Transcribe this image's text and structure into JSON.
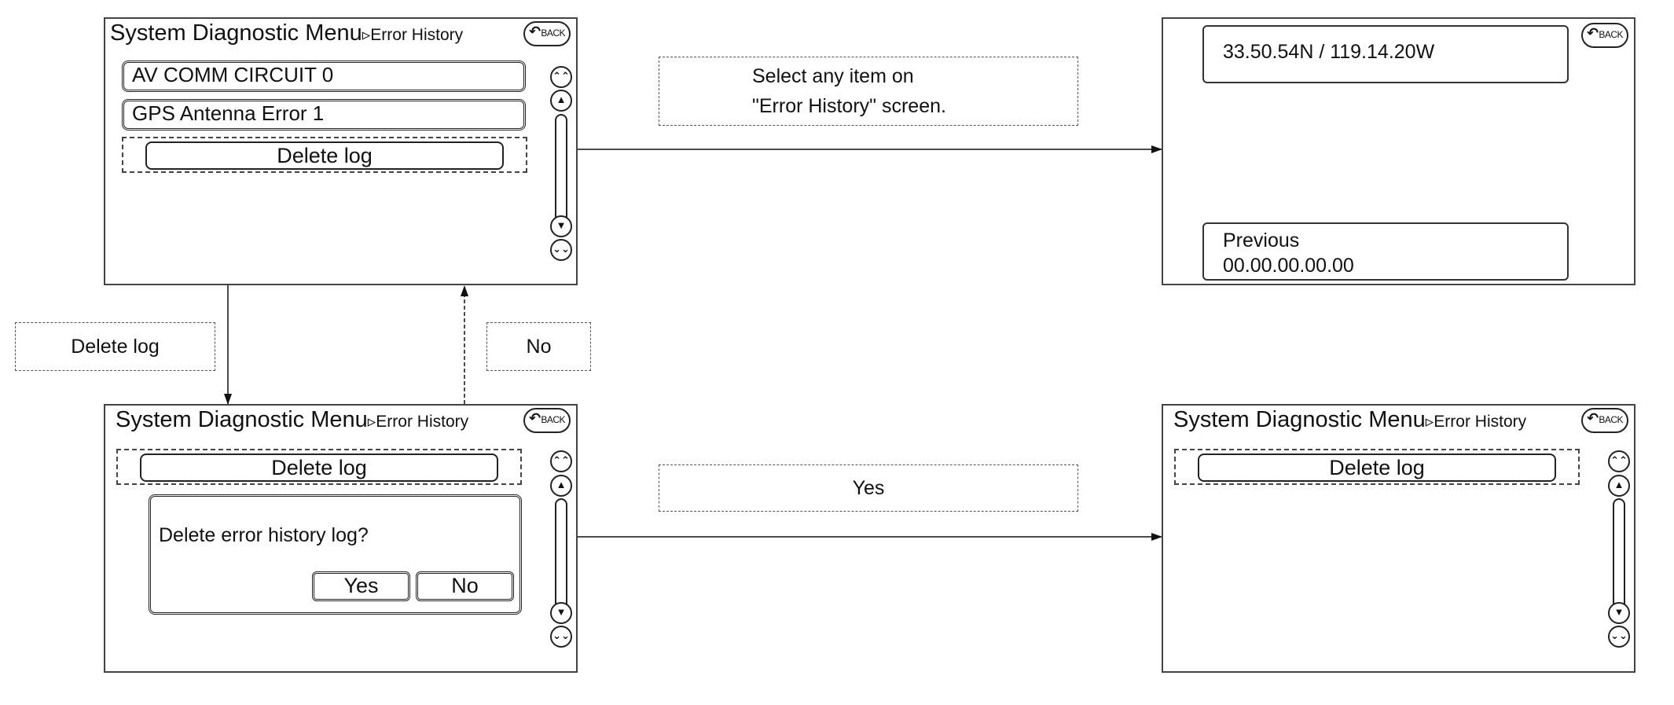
{
  "screen_main": {
    "title": "System Diagnostic Menu",
    "subtitle": "▹Error History",
    "back_label": "BACK",
    "items": [
      "AV COMM CIRCUIT 0",
      "GPS Antenna Error 1"
    ],
    "delete_button": "Delete log"
  },
  "screen_detail": {
    "back_label": "BACK",
    "coordinates": "33.50.54N / 119.14.20W",
    "previous_label": "Previous",
    "previous_value": "00.00.00.00.00"
  },
  "screen_confirm": {
    "title": "System Diagnostic Menu",
    "subtitle": "▹Error History",
    "back_label": "BACK",
    "delete_button": "Delete log",
    "dialog_text": "Delete error history log?",
    "yes_label": "Yes",
    "no_label": "No"
  },
  "screen_result": {
    "title": "System Diagnostic Menu",
    "subtitle": "▹Error History",
    "back_label": "BACK",
    "delete_button": "Delete log"
  },
  "annotations": {
    "select_line1": "Select any item on",
    "select_line2": "\"Error History\" screen.",
    "delete_log": "Delete log",
    "no": "No",
    "yes": "Yes"
  },
  "icons": {
    "scroll_top": "double-chevron-up-icon",
    "scroll_up": "chevron-up-icon",
    "scroll_down": "chevron-down-icon",
    "scroll_bottom": "double-chevron-down-icon",
    "back": "back-arrow-icon"
  }
}
